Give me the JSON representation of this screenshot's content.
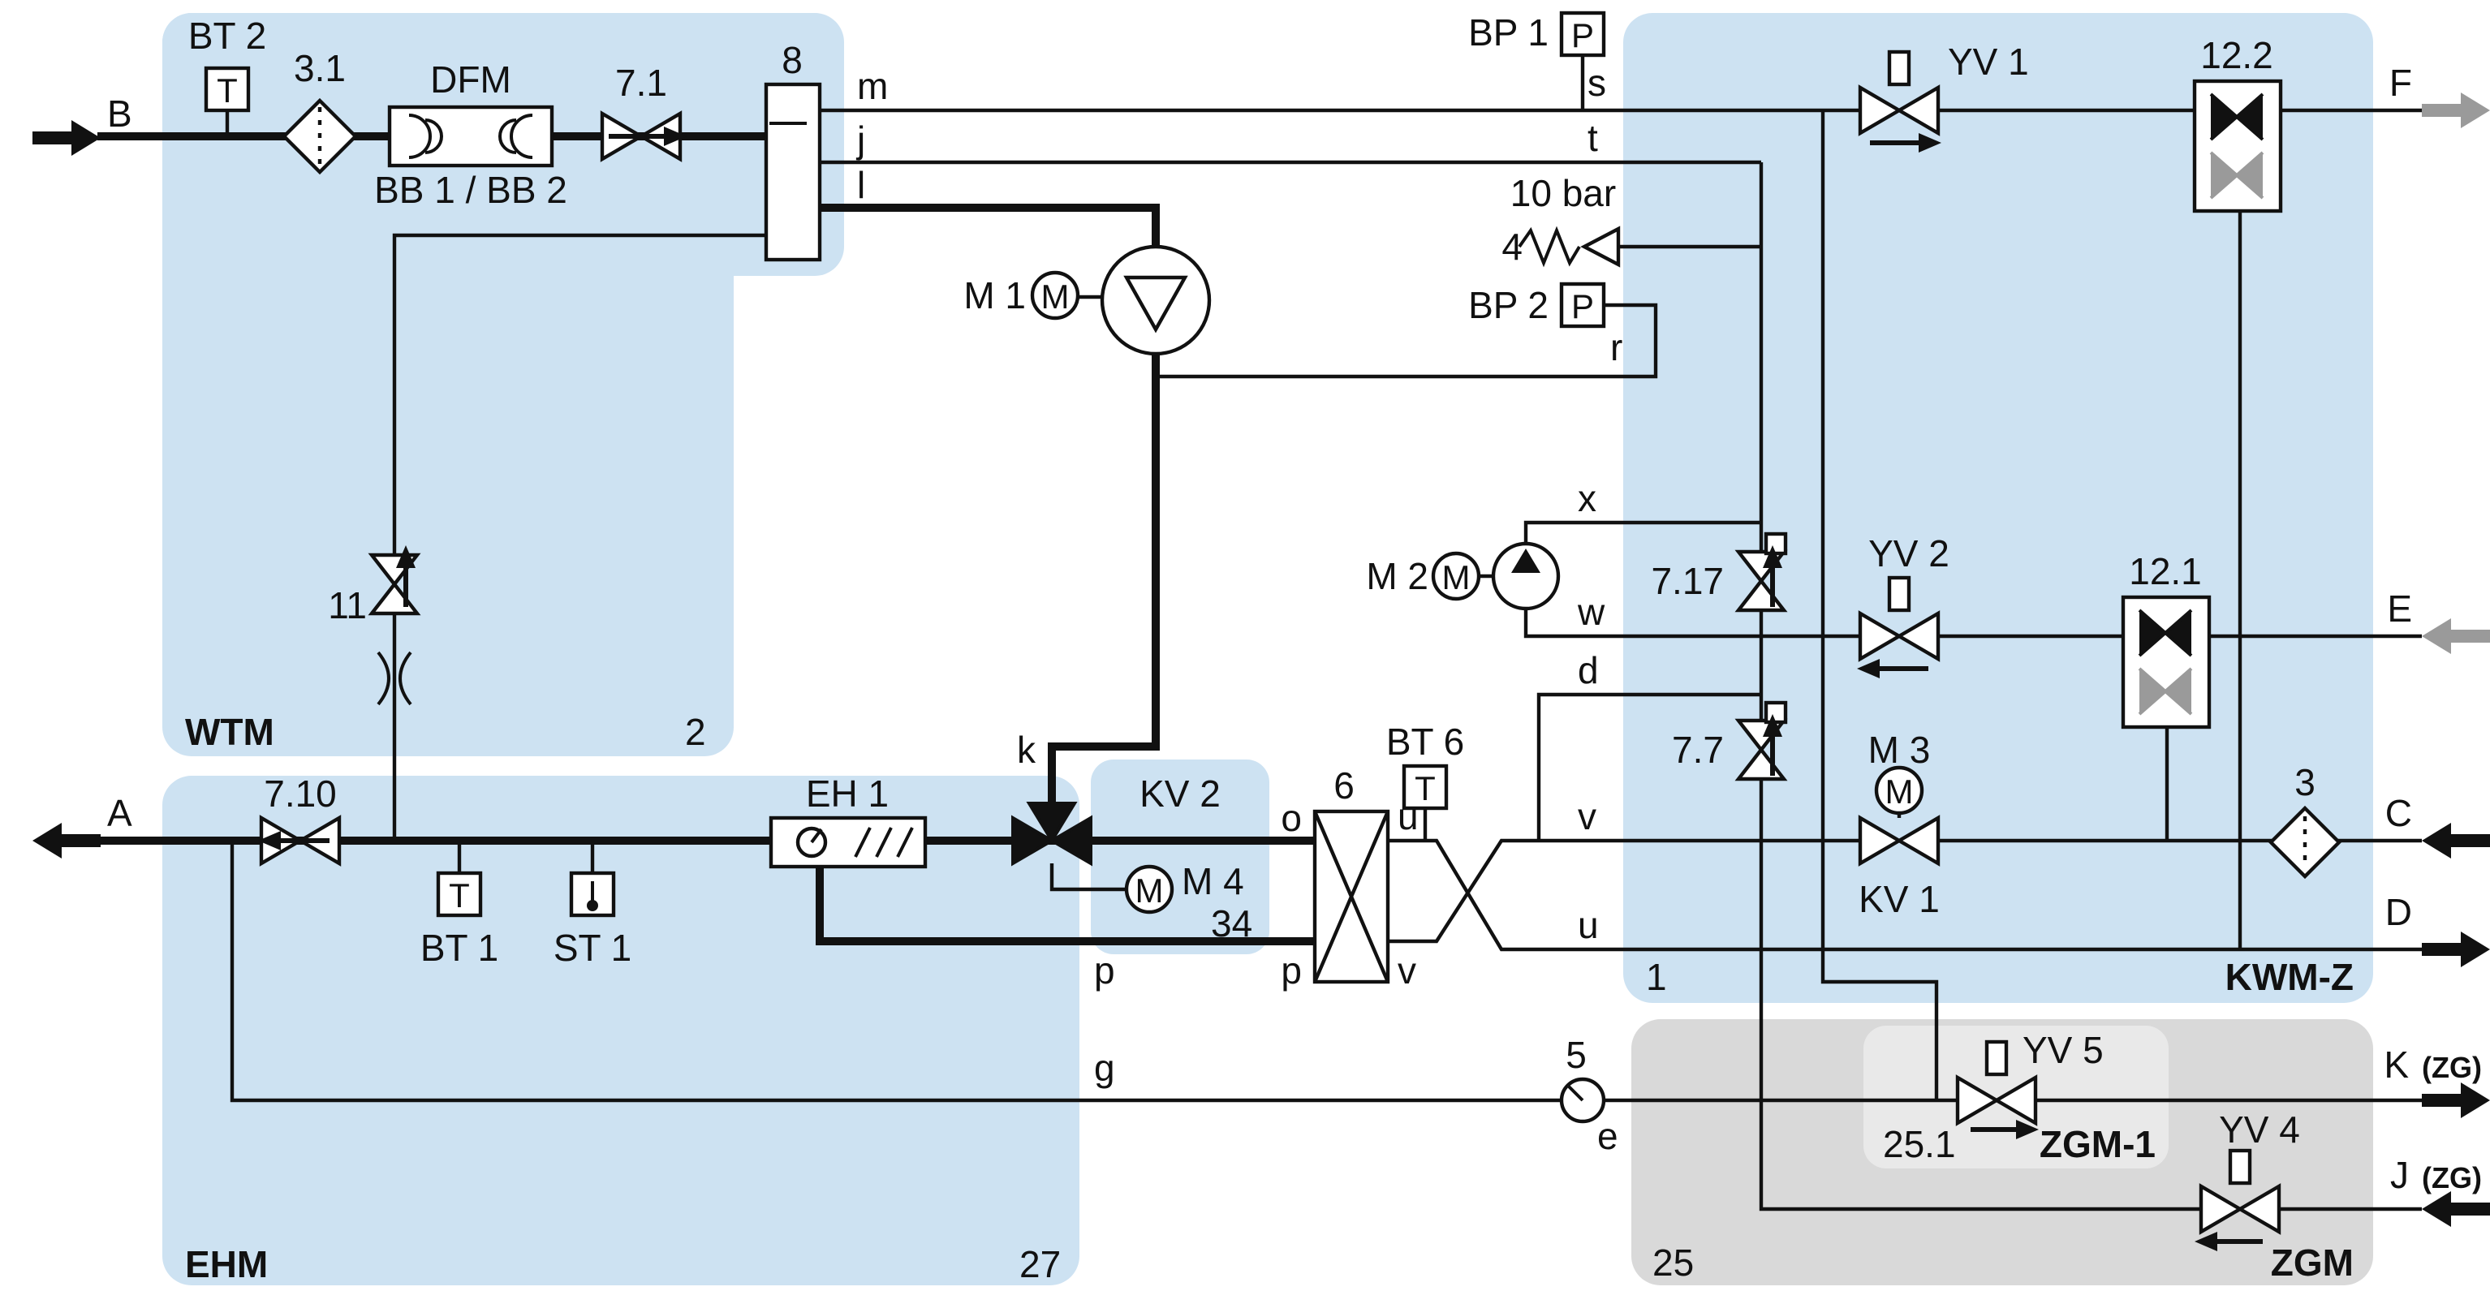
{
  "colors": {
    "pipe": "#111111",
    "region_blue": "#cde2f2",
    "region_gray": "#d9d9d9",
    "region_gray_light": "#e9e9e9",
    "muted": "#9a9a9a"
  },
  "regions": {
    "wtm": {
      "name": "WTM",
      "number": "2"
    },
    "ehm": {
      "name": "EHM",
      "number": "27"
    },
    "kv2": {
      "name": "KV 2"
    },
    "kwmz": {
      "name": "KWM-Z",
      "number": "1"
    },
    "zgm": {
      "name": "ZGM",
      "number": "25"
    },
    "zgm1": {
      "name": "ZGM-1",
      "number": "25.1"
    }
  },
  "ports": {
    "a": "A",
    "b": "B",
    "c": "C",
    "d": "D",
    "e": "E",
    "f": "F",
    "j": "J",
    "k": "K",
    "zg": "(ZG)"
  },
  "symbols": {
    "t": "T",
    "p": "P",
    "m": "M"
  },
  "components": {
    "bt2": "BT 2",
    "f31": "3.1",
    "dfm": "DFM",
    "bb12": "BB 1 / BB 2",
    "v71": "7.1",
    "c8": "8",
    "m1": "M 1",
    "bp1": "BP 1",
    "bp2": "BP 2",
    "relief_set": "10 bar",
    "relief": "4",
    "m2": "M 2",
    "v717": "7.17",
    "v77": "7.7",
    "yv1": "YV 1",
    "yv2": "YV 2",
    "yv4": "YV 4",
    "yv5": "YV 5",
    "c122": "12.2",
    "c121": "12.1",
    "v11": "11",
    "v710": "7.10",
    "bt1": "BT 1",
    "st1": "ST 1",
    "bt6": "BT 6",
    "eh1": "EH 1",
    "m4": "M 4",
    "c34": "34",
    "hx6": "6",
    "m3": "M 3",
    "kv1": "KV 1",
    "f3": "3",
    "gauge5": "5"
  },
  "lines": {
    "m": "m",
    "j": "j",
    "l": "l",
    "s": "s",
    "t": "t",
    "r": "r",
    "x": "x",
    "w": "w",
    "d": "d",
    "k": "k",
    "o": "o",
    "p": "p",
    "u": "u",
    "v": "v",
    "g": "g",
    "e": "e"
  }
}
